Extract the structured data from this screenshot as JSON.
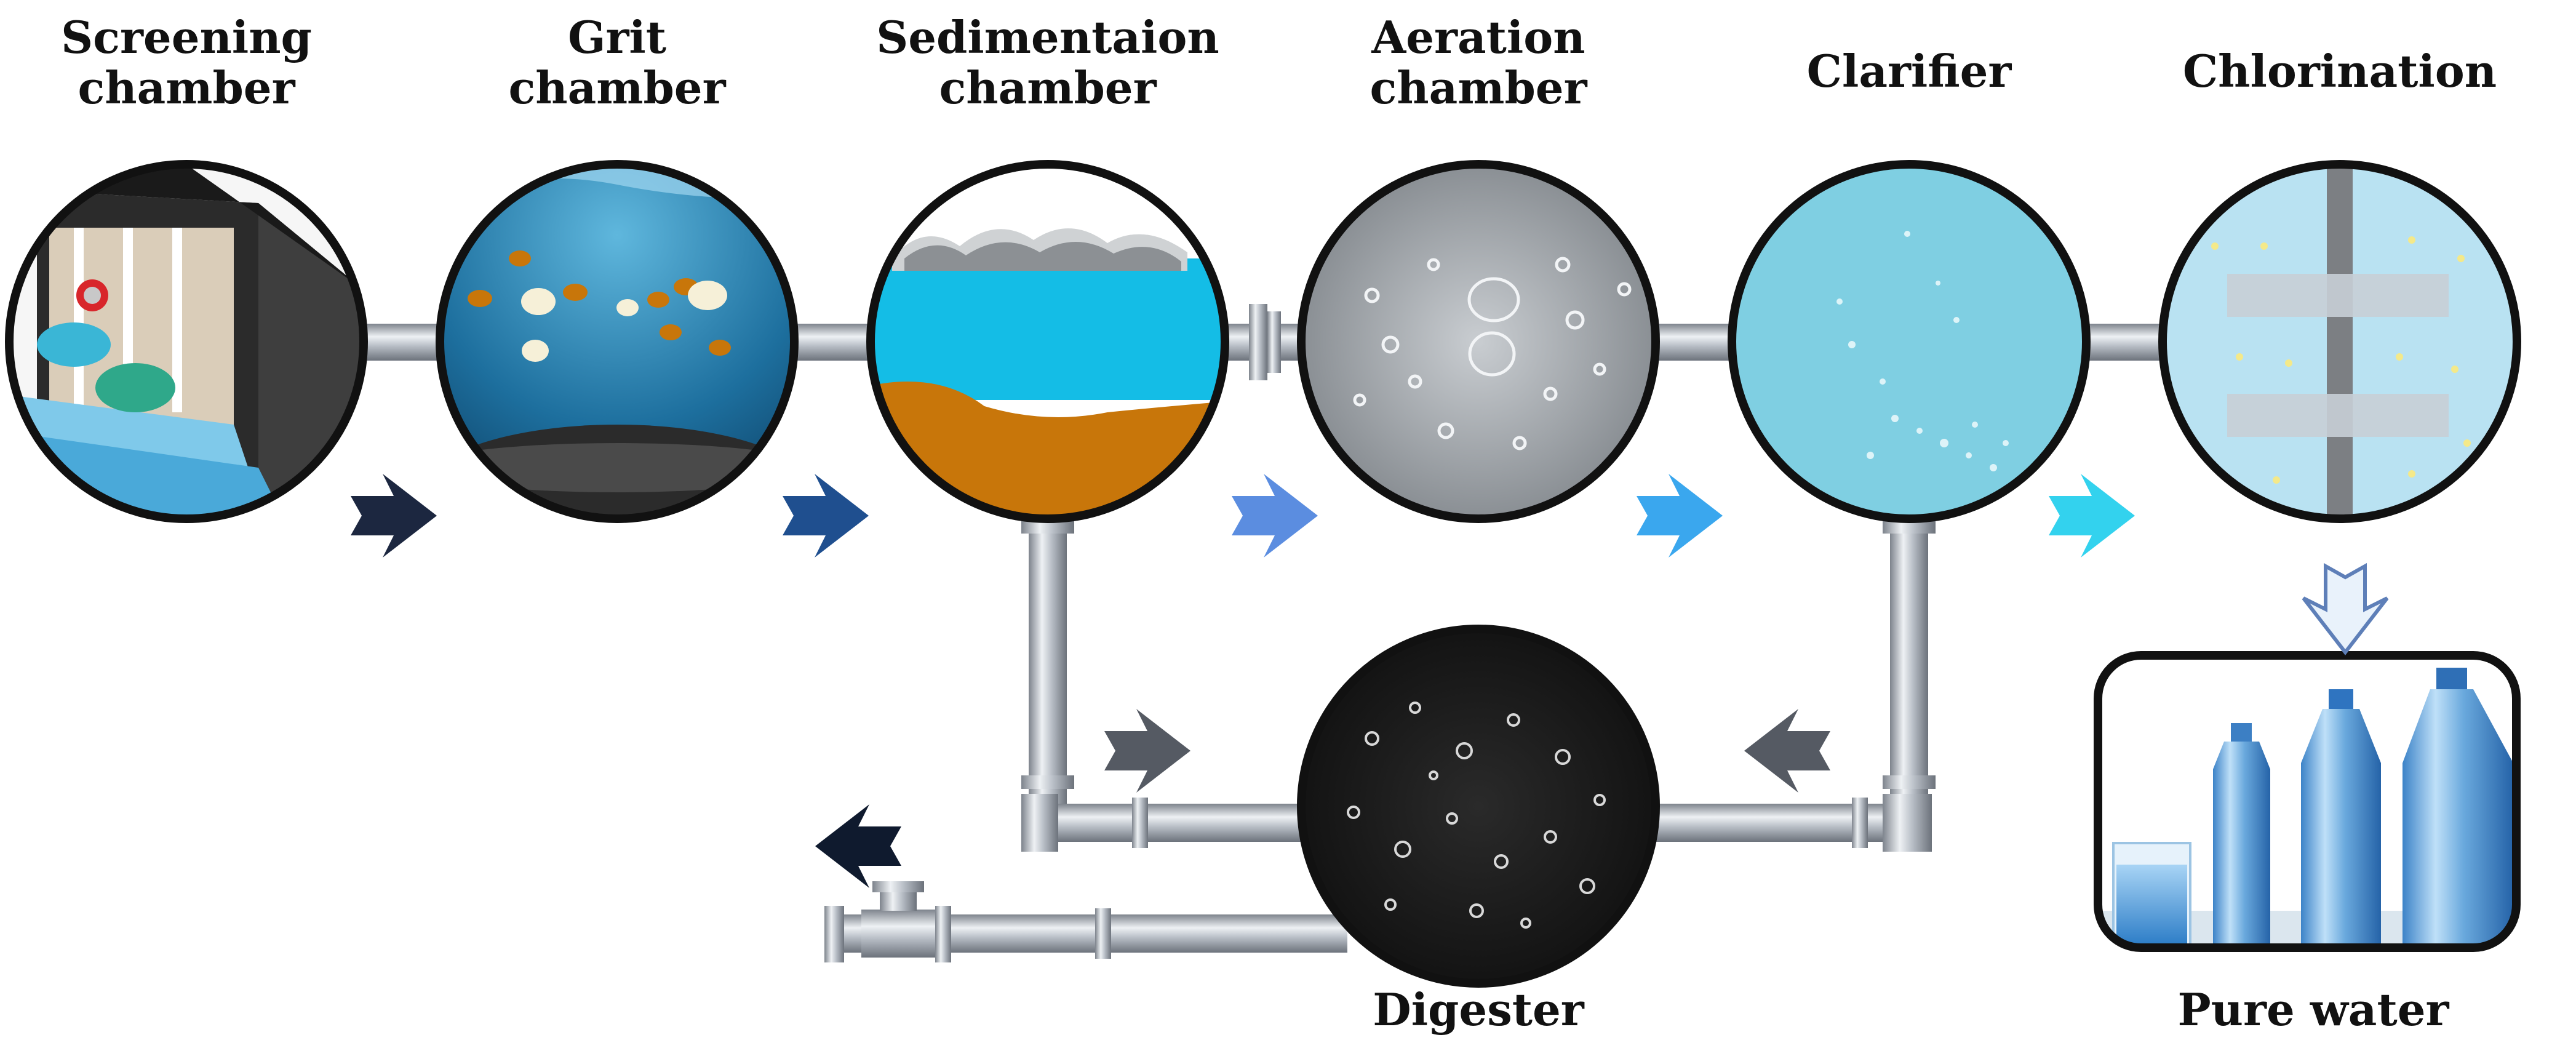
{
  "stages": [
    {
      "label": "Screening\nchamber"
    },
    {
      "label": "Grit\nchamber"
    },
    {
      "label": "Sedimentaion\nchamber"
    },
    {
      "label": "Aeration\nchamber"
    },
    {
      "label": "Clarifier"
    },
    {
      "label": "Chlorination"
    }
  ],
  "digester_label": "Digester",
  "pure_water_label": "Pure water",
  "colors": {
    "arrow_1": "#1c2740",
    "arrow_2": "#1f4f8f",
    "arrow_3": "#5b8de0",
    "arrow_4": "#3aa7ee",
    "arrow_5": "#33d2ee",
    "arrow_return": "#555a63",
    "sediment": "#c8760a",
    "water": "#14bde6",
    "pipe": "#b8bec6"
  }
}
